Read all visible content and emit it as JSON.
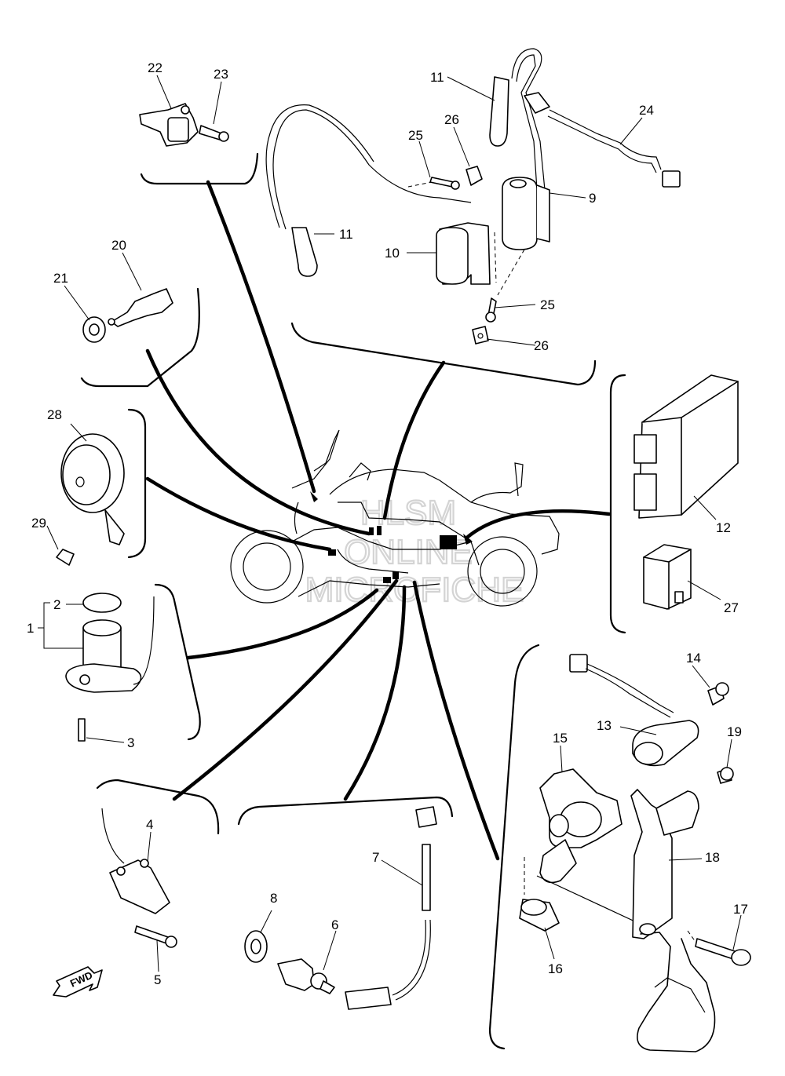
{
  "watermark": {
    "line1": "HLSM",
    "line2": "ONLINE",
    "line3": "MICROFICHE"
  },
  "direction_arrow": {
    "label": "FWD",
    "icon": "forward-arrow-icon"
  },
  "callouts": {
    "p1": "1",
    "p2": "2",
    "p3": "3",
    "p4": "4",
    "p5": "5",
    "p6": "6",
    "p7": "7",
    "p8": "8",
    "p9": "9",
    "p10": "10",
    "p11a": "11",
    "p11b": "11",
    "p12": "12",
    "p13": "13",
    "p14": "14",
    "p15": "15",
    "p16": "16",
    "p17": "17",
    "p18": "18",
    "p19": "19",
    "p20": "20",
    "p21": "21",
    "p22": "22",
    "p23": "23",
    "p24": "24",
    "p25a": "25",
    "p25b": "25",
    "p26a": "26",
    "p26b": "26",
    "p27": "27",
    "p28": "28",
    "p29": "29"
  }
}
